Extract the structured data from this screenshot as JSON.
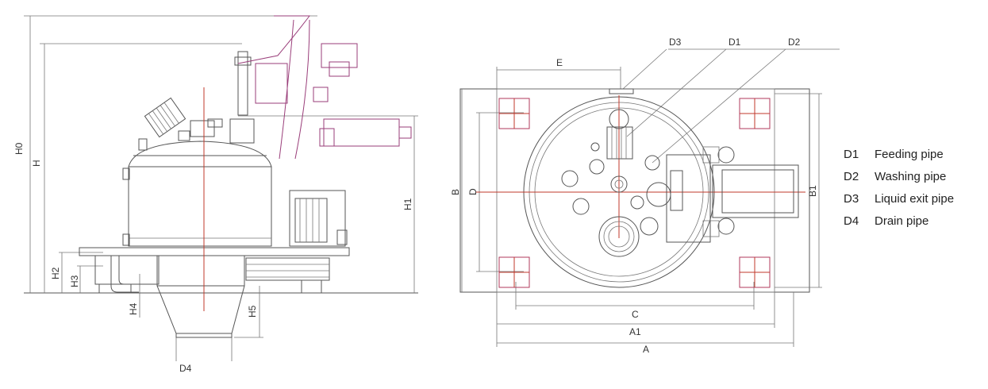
{
  "side_view": {
    "dimensions": {
      "h0": "H0",
      "h": "H",
      "h1": "H1",
      "h2": "H2",
      "h3": "H3",
      "h4": "H4",
      "h5": "H5",
      "d4": "D4"
    }
  },
  "top_view": {
    "dimensions": {
      "d1": "D1",
      "d2": "D2",
      "d3": "D3",
      "e": "E",
      "b": "B",
      "d": "D",
      "b1": "B1",
      "c": "C",
      "a1": "A1",
      "a": "A"
    }
  },
  "legend": [
    {
      "code": "D1",
      "label": "Feeding pipe"
    },
    {
      "code": "D2",
      "label": "Washing pipe"
    },
    {
      "code": "D3",
      "label": "Liquid exit pipe"
    },
    {
      "code": "D4",
      "label": "Drain pipe"
    }
  ],
  "colors": {
    "outline": "#555555",
    "lid": "#9a3e7a",
    "centerline": "#c0392b",
    "mount_pad": "#b03a5b"
  }
}
